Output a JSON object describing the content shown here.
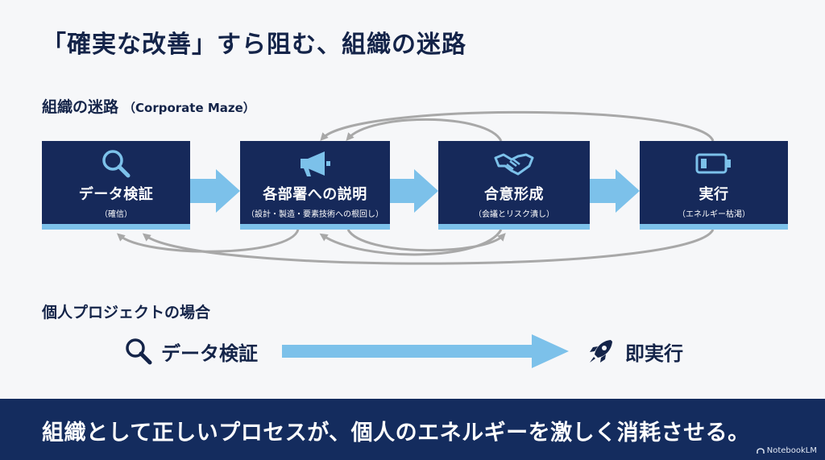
{
  "title": "「確実な改善」すら阻む、組織の迷路",
  "maze": {
    "heading": "組織の迷路",
    "heading_sub": "（Corporate Maze）",
    "steps": [
      {
        "label": "データ検証",
        "sub": "（確信）",
        "icon": "magnifier-icon"
      },
      {
        "label": "各部署への説明",
        "sub": "（設計・製造・要素技術への根回し）",
        "icon": "megaphone-icon"
      },
      {
        "label": "合意形成",
        "sub": "（会議とリスク潰し）",
        "icon": "handshake-icon"
      },
      {
        "label": "実行",
        "sub": "（エネルギー枯渇）",
        "icon": "low-battery-icon"
      }
    ]
  },
  "personal": {
    "heading": "個人プロジェクトの場合",
    "start_label": "データ検証",
    "end_label": "即実行",
    "start_icon": "magnifier-icon",
    "end_icon": "rocket-icon"
  },
  "footer": {
    "message": "組織として正しいプロセスが、個人のエネルギーを激しく消耗させる。",
    "brand": "NotebookLM"
  },
  "colors": {
    "navy": "#16295a",
    "accent_blue": "#7cc1ea",
    "loop_gray": "#a8a8a8",
    "background": "#f6f7f9"
  }
}
